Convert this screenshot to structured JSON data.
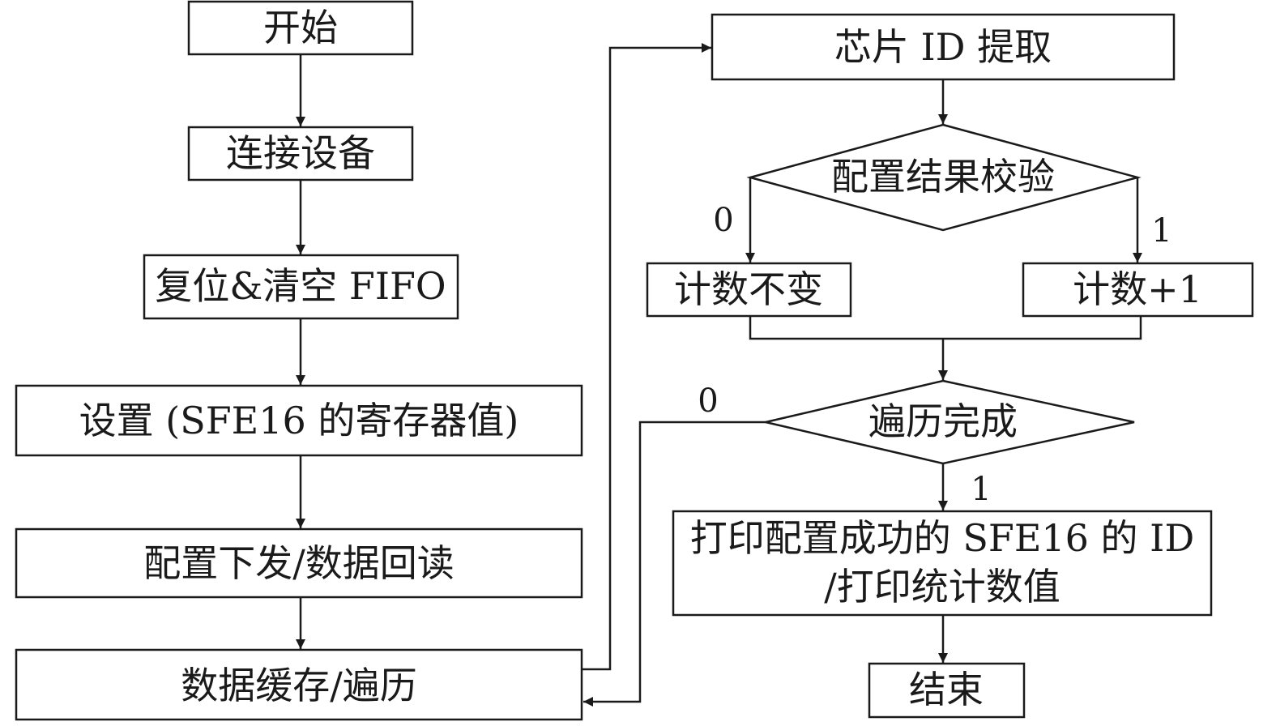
{
  "diagram": {
    "nodes": {
      "start": "开始",
      "connect": "连接设备",
      "reset": "复位&清空 FIFO",
      "set_reg": "设置 (SFE16 的寄存器值)",
      "config": "配置下发/数据回读",
      "buffer": "数据缓存/遍历",
      "chip_id": "芯片 ID 提取",
      "verify": "配置结果校验",
      "count_same": "计数不变",
      "count_inc": "计数+1",
      "done": "遍历完成",
      "print_line1": "打印配置成功的 SFE16 的 ID",
      "print_line2": "/打印统计数值",
      "end": "结束"
    },
    "edges": {
      "verify_no": "0",
      "verify_yes": "1",
      "done_no": "0",
      "done_yes": "1"
    }
  }
}
